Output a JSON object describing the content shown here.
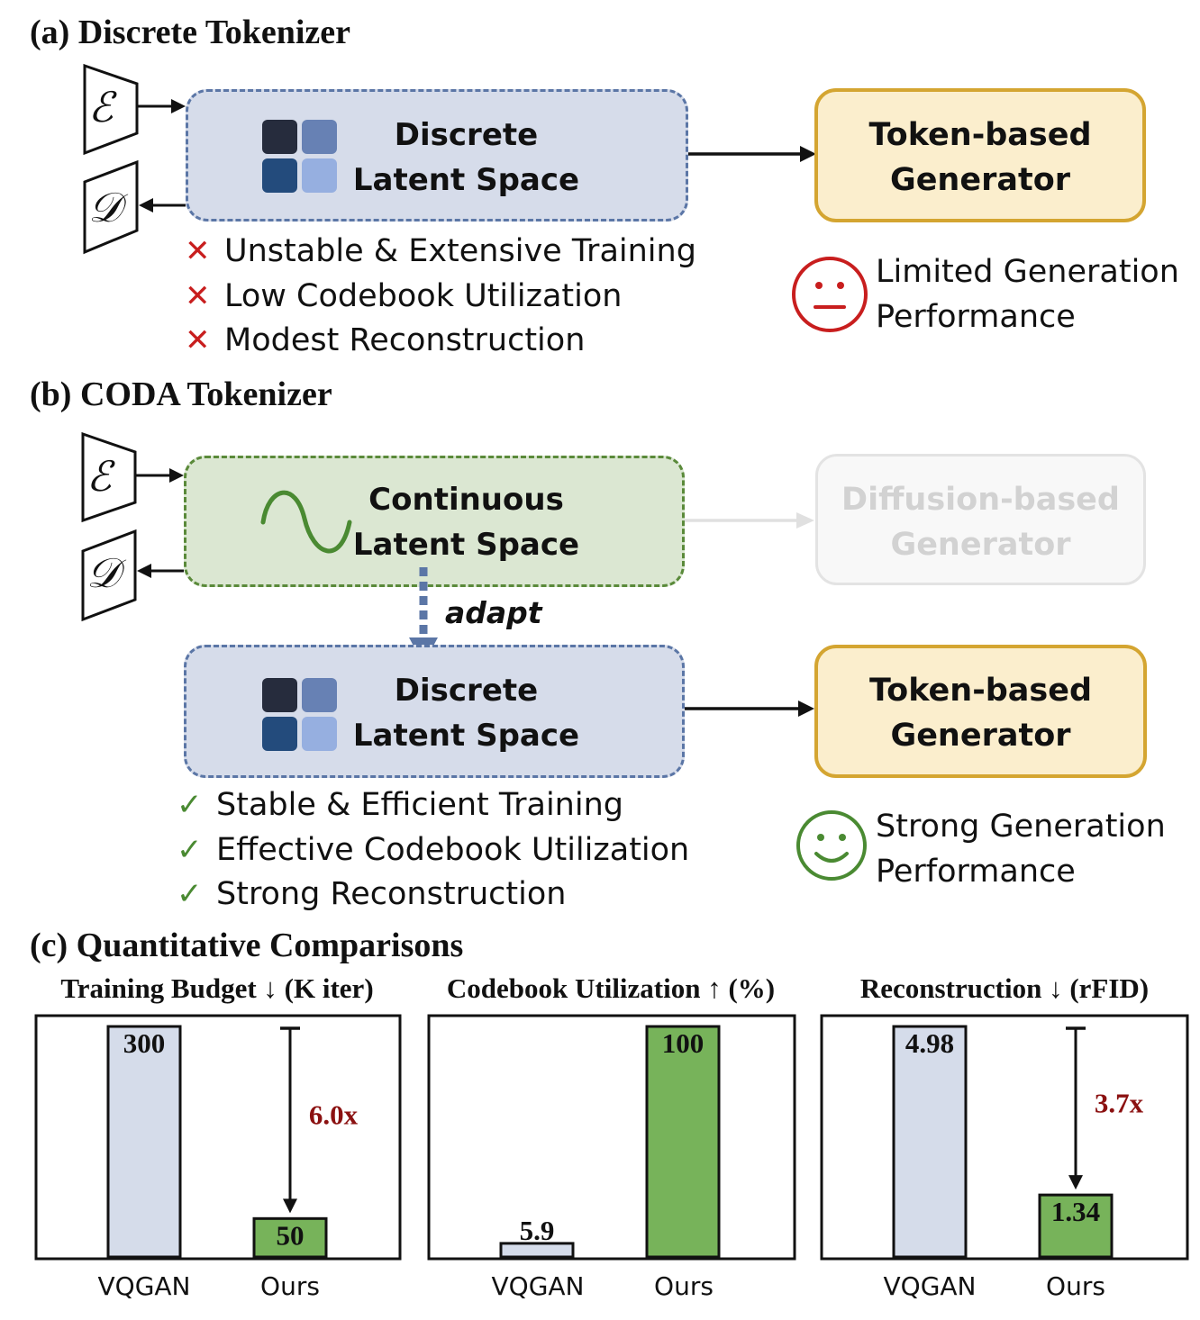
{
  "section_a": {
    "title": "(a) Discrete Tokenizer",
    "encoder_symbol": "ℰ",
    "decoder_symbol": "𝒟",
    "latent_box": {
      "line1": "Discrete",
      "line2": "Latent Space"
    },
    "generator": {
      "line1": "Token-based",
      "line2": "Generator"
    },
    "bullets": [
      "Unstable & Extensive Training",
      "Low Codebook Utilization",
      "Modest Reconstruction"
    ],
    "bullet_icon": "cross-icon",
    "outcome": {
      "line1": "Limited Generation",
      "line2": "Performance",
      "icon": "neutral-face-icon"
    }
  },
  "section_b": {
    "title": "(b) CODA Tokenizer",
    "encoder_symbol": "ℰ",
    "decoder_symbol": "𝒟",
    "continuous_box": {
      "line1": "Continuous",
      "line2": "Latent Space"
    },
    "diffusion_generator": {
      "line1": "Diffusion-based",
      "line2": "Generator"
    },
    "adapt_label": "adapt",
    "discrete_box": {
      "line1": "Discrete",
      "line2": "Latent Space"
    },
    "generator": {
      "line1": "Token-based",
      "line2": "Generator"
    },
    "bullets": [
      "Stable & Efficient Training",
      "Effective Codebook Utilization",
      "Strong Reconstruction"
    ],
    "bullet_icon": "check-icon",
    "outcome": {
      "line1": "Strong Generation",
      "line2": "Performance",
      "icon": "smiley-face-icon"
    }
  },
  "section_c": {
    "title": "(c) Quantitative Comparisons"
  },
  "colors": {
    "discrete_fill": "#d6dcea",
    "discrete_border": "#5b76a6",
    "continuous_fill": "#dbe7d2",
    "continuous_border": "#5a8a3a",
    "token_fill": "#fbeecd",
    "token_border": "#d4a531",
    "bar_vqgan": "#d5dcea",
    "bar_ours": "#77b35a",
    "highlight_red": "#8b1111",
    "cross_red": "#c81e1e",
    "check_green": "#4a8a32"
  },
  "chart_data": [
    {
      "type": "bar",
      "title": "Training Budget ↓ (K iter)",
      "categories": [
        "VQGAN",
        "Ours"
      ],
      "values": [
        300,
        50
      ],
      "value_labels": [
        "300",
        "50"
      ],
      "ylim": [
        0,
        300
      ],
      "annotation": "6.0x"
    },
    {
      "type": "bar",
      "title": "Codebook Utilization ↑ (%)",
      "categories": [
        "VQGAN",
        "Ours"
      ],
      "values": [
        5.9,
        100
      ],
      "value_labels": [
        "5.9",
        "100"
      ],
      "ylim": [
        0,
        100
      ]
    },
    {
      "type": "bar",
      "title": "Reconstruction ↓ (rFID)",
      "categories": [
        "VQGAN",
        "Ours"
      ],
      "values": [
        4.98,
        1.34
      ],
      "value_labels": [
        "4.98",
        "1.34"
      ],
      "ylim": [
        0,
        4.98
      ],
      "annotation": "3.7x"
    }
  ]
}
